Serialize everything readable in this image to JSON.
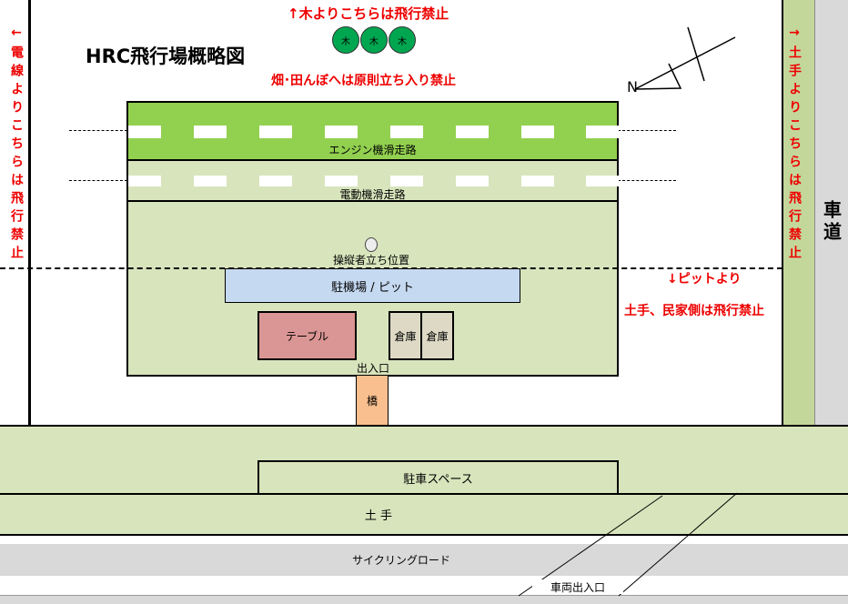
{
  "title": "HRC飛行場概略図",
  "notices": {
    "trees": "↑木よりこちらは飛行禁止",
    "fields": "畑･田んぼへは原則立ち入り禁止",
    "left": "←電線よりこちらは飛行禁止",
    "right": "→土手よりこちらは飛行禁止",
    "pit_line": "↓ピットより",
    "embankment": "土手、民家側は飛行禁止"
  },
  "trees": [
    "木",
    "木",
    "木"
  ],
  "compass": "N",
  "areas": {
    "engine_runway": "エンジン機滑走路",
    "electric_runway": "電動機滑走路",
    "pilot_position": "操縦者立ち位置",
    "pit": "駐機場 / ピット",
    "table": "テーブル",
    "storage": [
      "倉庫",
      "倉庫"
    ],
    "entrance": "出入口",
    "bridge": "橋",
    "parking": "駐車スペース",
    "embankment": "土 手",
    "cycling_road": "サイクリングロード",
    "vehicle_entrance": "車両出入口",
    "road": "車道"
  },
  "colors": {
    "engine": "#92d050",
    "field": "#d8e4bc",
    "pit": "#c5d9f1",
    "table": "#da9694",
    "storage": "#ddd9c4",
    "bridge": "#fabf8f",
    "tree": "#00a650",
    "road": "#d9d9d9",
    "bank": "#c4d79b"
  }
}
